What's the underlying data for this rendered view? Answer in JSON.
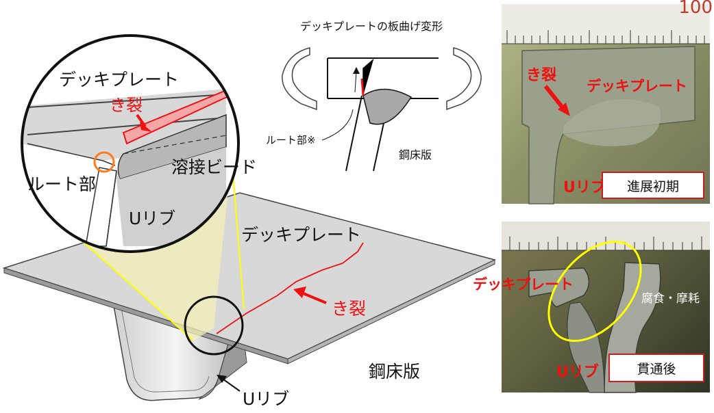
{
  "main_diagram": {
    "deck_plate_label": "デッキプレート",
    "crack_label": "き裂",
    "u_rib_label": "Uリブ",
    "steel_deck_label": "鋼床版"
  },
  "magnifier": {
    "deck_plate_label": "デッキプレート",
    "crack_label": "き裂",
    "root_label": "ルート部",
    "weld_bead_label": "溶接ビード",
    "u_rib_label": "Uリブ"
  },
  "schematic": {
    "title": "デッキプレートの板曲げ変形",
    "root_label": "ルート部※",
    "steel_deck_label": "鋼床版"
  },
  "photo_top": {
    "crack_label": "き裂",
    "deck_plate_label": "デッキプレート",
    "u_rib_label": "Uリブ",
    "stage_tag": "進展初期",
    "ruler_digits": "100"
  },
  "photo_bottom": {
    "deck_plate_label": "デッキプレート",
    "corrosion_label": "腐食・摩耗",
    "u_rib_label": "Uリブ",
    "stage_tag": "貫通後"
  },
  "colors": {
    "crack": "#ee1111",
    "magnifier_highlight": "#ffff00",
    "root_circle": "#ff7a1a",
    "tag_border": "#d11a1a"
  }
}
